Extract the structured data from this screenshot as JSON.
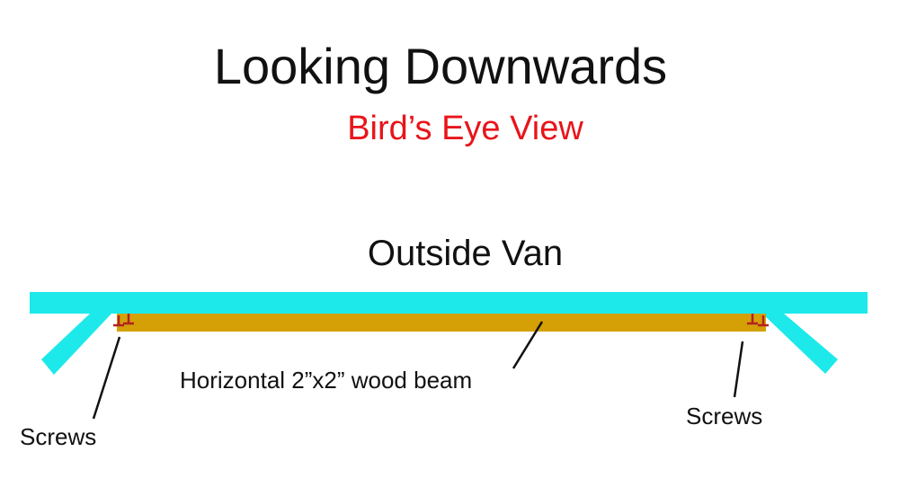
{
  "title": "Looking Downwards",
  "subtitle": "Bird’s Eye View",
  "outside_label": "Outside Van",
  "beam_label": "Horizontal 2”x2” wood beam",
  "screws_left_label": "Screws",
  "screws_right_label": "Screws",
  "colors": {
    "van_wall": "#1de9ea",
    "wood_beam": "#d4a006",
    "screw": "#b22222",
    "subtitle": "#e8141a",
    "text": "#111111",
    "leader_line": "#111111"
  }
}
